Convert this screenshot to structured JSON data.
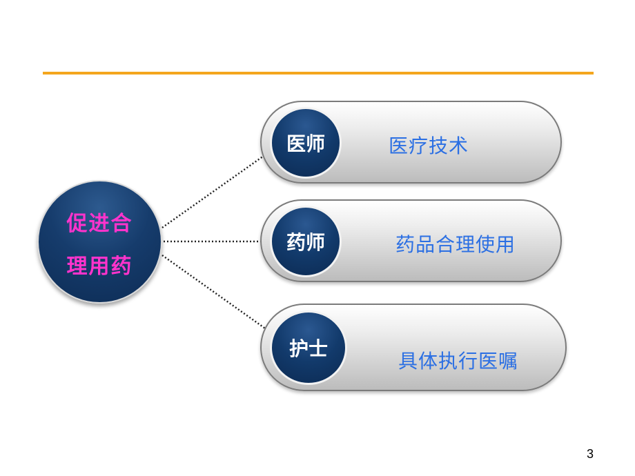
{
  "colors": {
    "rule": "#f4a61d",
    "hub_text": "#ff33cc",
    "badge_text": "#ffffff",
    "desc_text": "#2b6fe3",
    "navy": "#123a6b"
  },
  "hub": {
    "line1": "促进合",
    "line2": "理用药"
  },
  "roles": [
    {
      "name": "医师",
      "desc": "医疗技术"
    },
    {
      "name": "药师",
      "desc": "药品合理使用"
    },
    {
      "name": "护士",
      "desc": "具体执行医嘱"
    }
  ],
  "page_number": "3"
}
